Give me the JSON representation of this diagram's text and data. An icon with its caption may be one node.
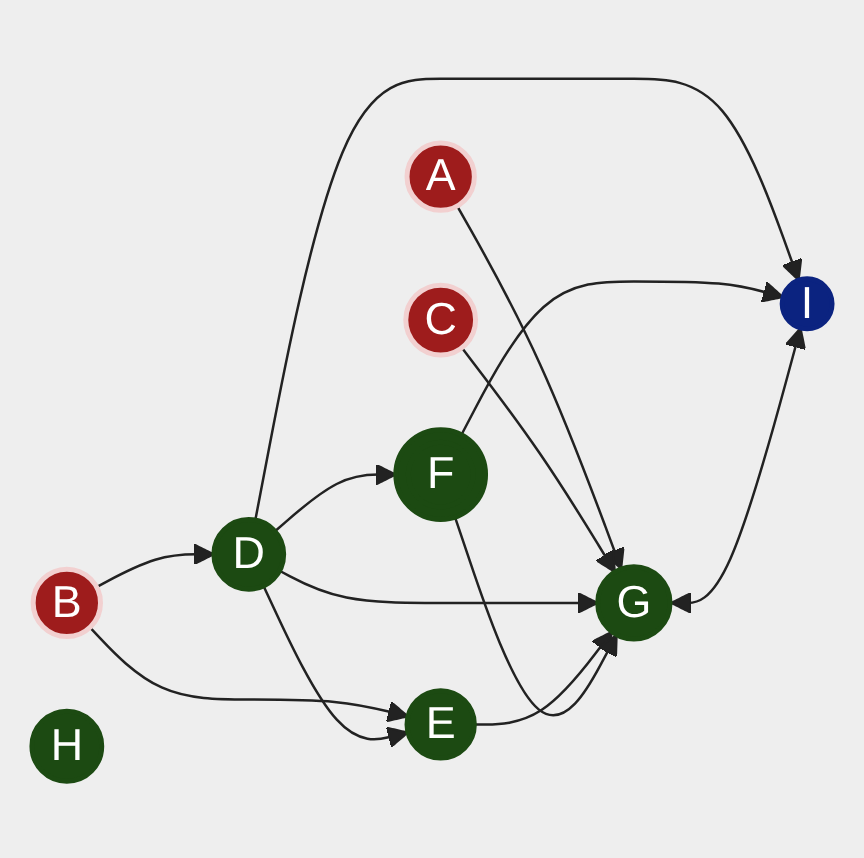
{
  "diagram": {
    "nodes": [
      {
        "text": [
          "A"
        ]
      },
      {
        "text": [
          "B"
        ]
      },
      {
        "text": [
          "C"
        ]
      },
      {
        "text": [
          "D"
        ]
      },
      {
        "text": [
          "E"
        ]
      },
      {
        "text": [
          "F"
        ]
      },
      {
        "text": [
          "G"
        ]
      },
      {
        "text": [
          "H"
        ]
      },
      {
        "text": [
          "I"
        ]
      }
    ],
    "edges": [
      {
        "from": 1,
        "to": 3,
        "arrow": "to"
      },
      {
        "from": 1,
        "to": 4,
        "arrow": "to"
      },
      {
        "from": 0,
        "to": 6,
        "arrow": "to"
      },
      {
        "from": 2,
        "to": 6,
        "arrow": "to"
      },
      {
        "from": 3,
        "to": 4,
        "arrow": "to"
      },
      {
        "from": 3,
        "to": 5,
        "arrow": "to"
      },
      {
        "from": 3,
        "to": 6,
        "arrow": "to"
      },
      {
        "from": 3,
        "to": 8,
        "arrow": "to"
      },
      {
        "from": 4,
        "to": 6,
        "arrow": "to"
      },
      {
        "from": 5,
        "to": 6,
        "arrow": "to"
      },
      {
        "from": 5,
        "to": 8,
        "arrow": "to"
      },
      {
        "from": 6,
        "to": 8,
        "arrow": "both"
      }
    ]
  }
}
